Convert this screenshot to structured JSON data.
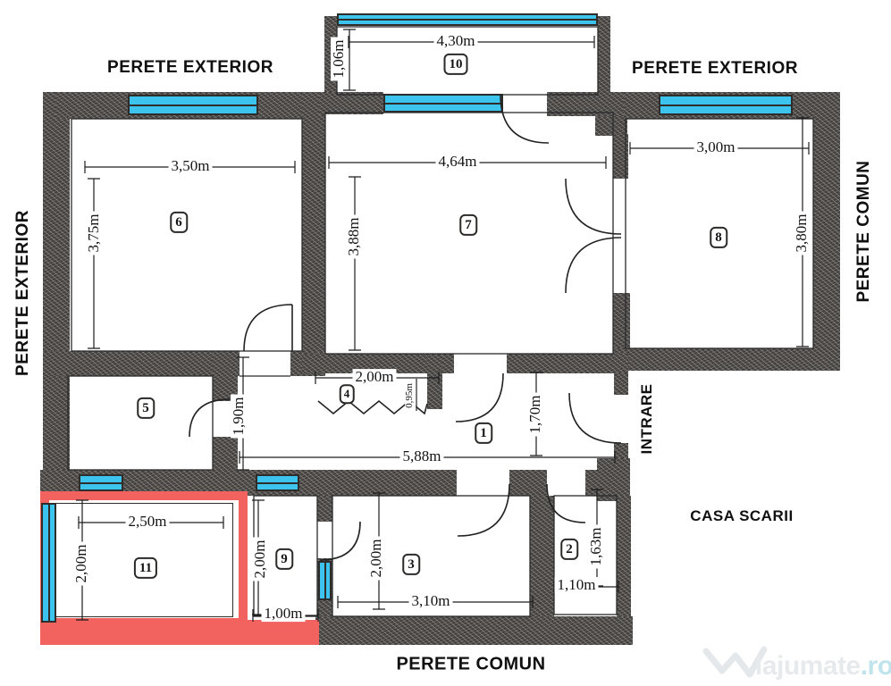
{
  "labels": {
    "top_left_wall": "PERETE EXTERIOR",
    "top_right_wall": "PERETE EXTERIOR",
    "left_wall": "PERETE EXTERIOR",
    "right_wall": "PERETE COMUN",
    "bottom_wall": "PERETE COMUN",
    "entrance": "INTRARE",
    "staircase": "CASA SCARII"
  },
  "rooms": [
    {
      "number": "10",
      "width": "4,30m",
      "depth": "1,06m"
    },
    {
      "number": "6",
      "width": "3,50m",
      "depth": "3,75m"
    },
    {
      "number": "7",
      "width": "4,64m",
      "depth": "3,88m"
    },
    {
      "number": "8",
      "width": "3,00m",
      "depth": "3,80m"
    },
    {
      "number": "5",
      "side": "1,90m"
    },
    {
      "number": "4",
      "width": "2,00m",
      "depth": "0,95m"
    },
    {
      "number": "1",
      "width": "5,88m",
      "depth": "1,70m"
    },
    {
      "number": "2",
      "width": "1,10m",
      "depth": "1,63m"
    },
    {
      "number": "9",
      "width": "1,00m",
      "depth": "2,00m"
    },
    {
      "number": "3",
      "width": "3,10m",
      "depth": "2,00m"
    },
    {
      "number": "11",
      "width": "2,50m",
      "depth": "2,00m"
    }
  ],
  "watermark": {
    "name": "lajumate",
    "tld": ".ro"
  },
  "colors": {
    "wall": "#413e3c",
    "window": "#3cc3ee",
    "highlight": "#f2625f",
    "line": "#1d1d1d"
  }
}
